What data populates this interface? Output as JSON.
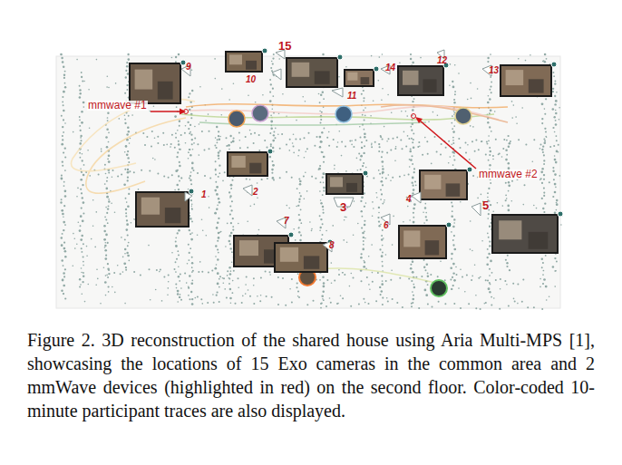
{
  "diagram": {
    "caption": "Figure 2. 3D reconstruction of the shared house using Aria Multi-MPS [1], showcasing the locations of 15 Exo cameras in the common area and 2 mmWave devices (highlighted in red) on the second floor. Color-coded 10-minute participant traces are also displayed.",
    "labels": [
      "9",
      "15",
      "10",
      "14",
      "12",
      "13",
      "mmwave #1",
      "11",
      "mmwave #2",
      "1",
      "2",
      "3",
      "4",
      "5",
      "7",
      "6",
      "8"
    ]
  }
}
